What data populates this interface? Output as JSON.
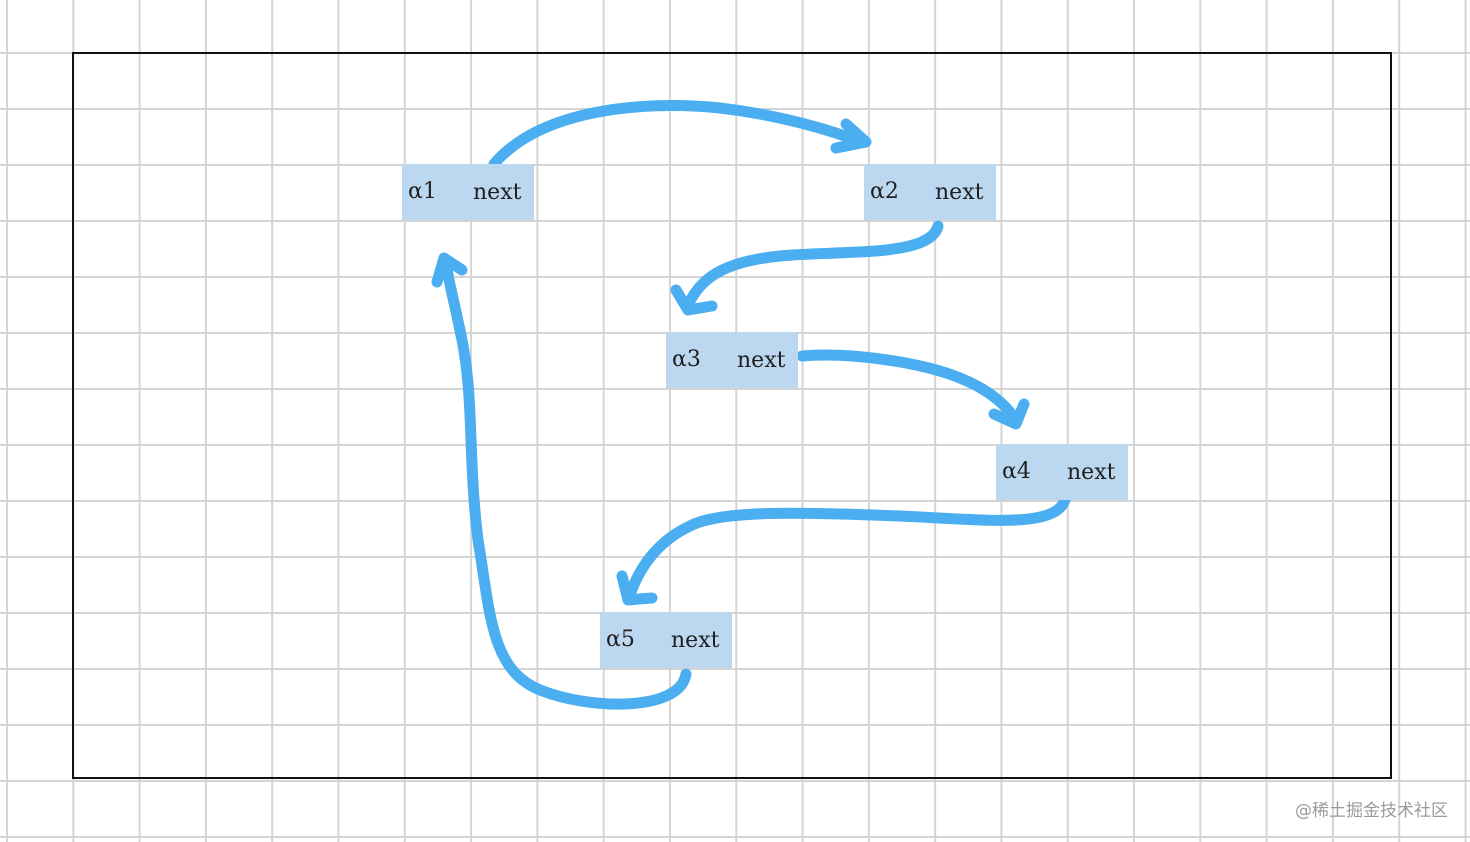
{
  "nodes": [
    {
      "id": "a1",
      "label": "α1",
      "pointer": "next"
    },
    {
      "id": "a2",
      "label": "α2",
      "pointer": "next"
    },
    {
      "id": "a3",
      "label": "α3",
      "pointer": "next"
    },
    {
      "id": "a4",
      "label": "α4",
      "pointer": "next"
    },
    {
      "id": "a5",
      "label": "α5",
      "pointer": "next"
    }
  ],
  "edges": [
    {
      "from": "a1",
      "to": "a2"
    },
    {
      "from": "a2",
      "to": "a3"
    },
    {
      "from": "a3",
      "to": "a4"
    },
    {
      "from": "a4",
      "to": "a5"
    },
    {
      "from": "a5",
      "to": "a1"
    }
  ],
  "watermark": "@稀土掘金技术社区",
  "colors": {
    "node_fill": "#bcd8f0",
    "arrow": "#4aaef0",
    "frame": "#111111",
    "grid": "#d4d4d4"
  }
}
